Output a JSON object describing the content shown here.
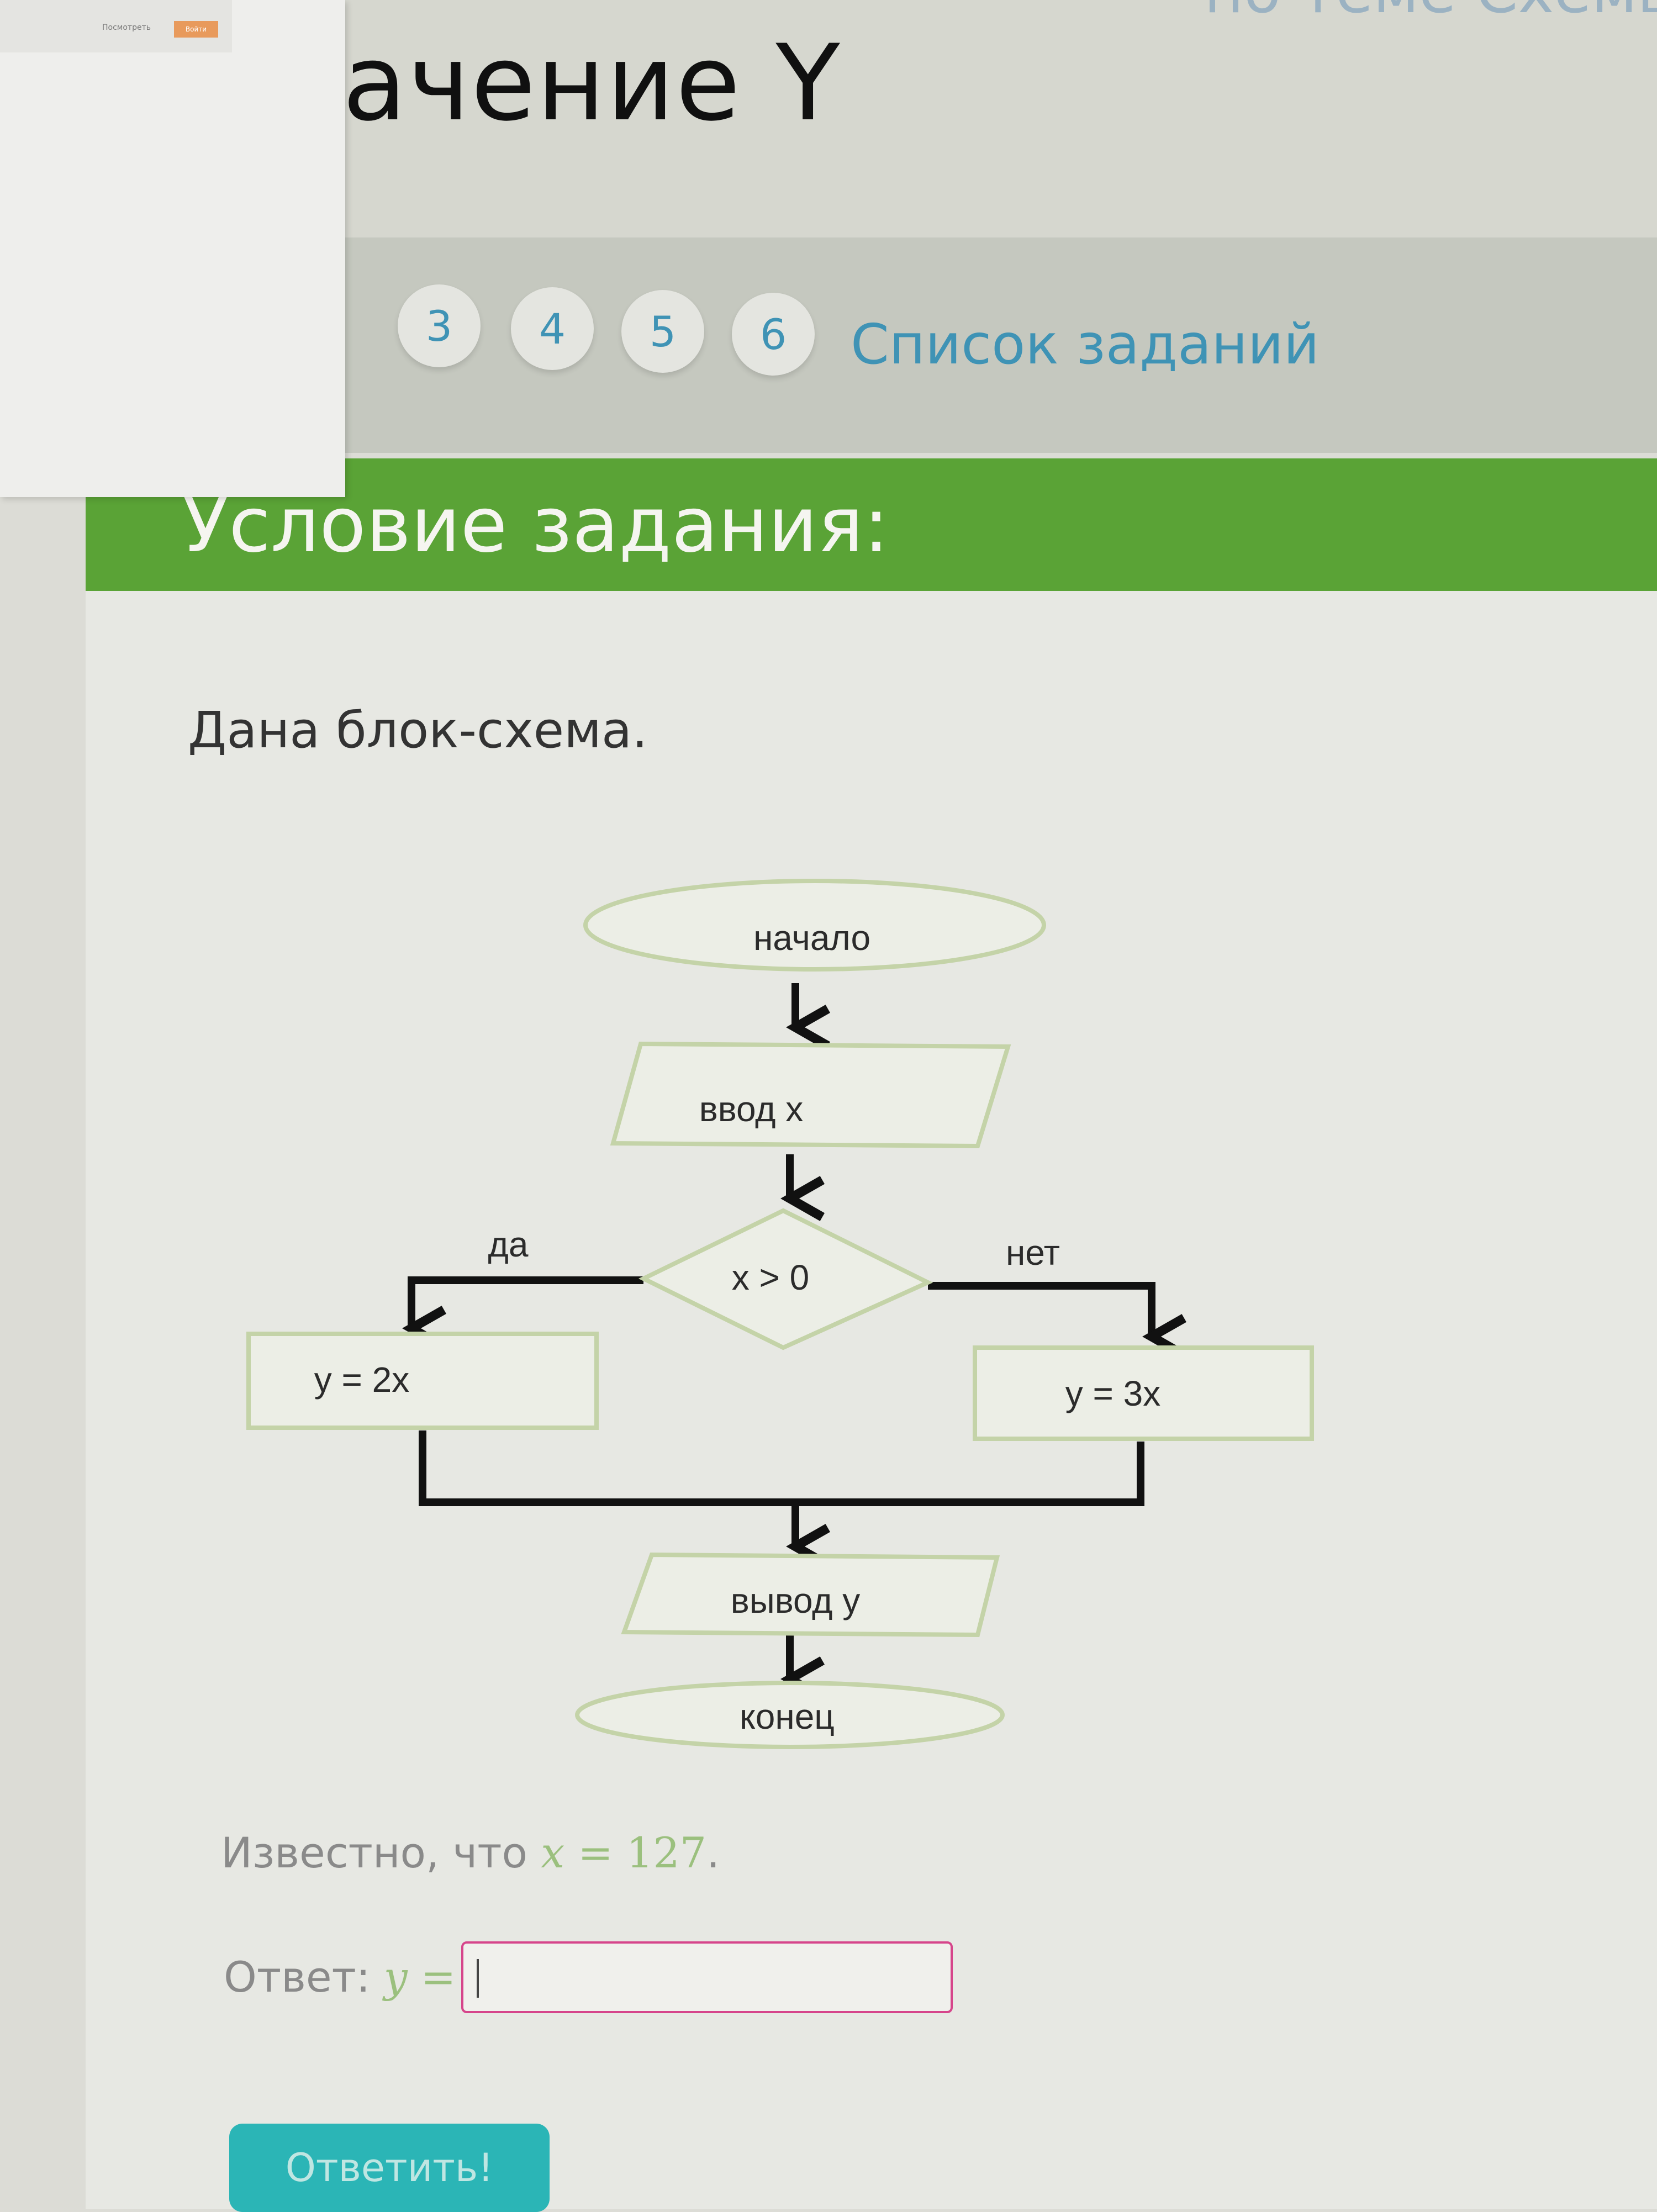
{
  "header": {
    "top_cut_text": "по теме Схемы",
    "heading_visible": "ачение Y"
  },
  "overlay": {
    "small_text": "Посмотреть",
    "badge": "Войти"
  },
  "tabs": {
    "items": [
      "3",
      "4",
      "5",
      "6"
    ],
    "task_list_label": "Список заданий"
  },
  "section": {
    "title": "Условие задания:"
  },
  "problem": {
    "intro": "Дана блок-схема.",
    "known_prefix": "Известно, что ",
    "known_var": "x",
    "known_eq": " = ",
    "known_value": "127",
    "known_suffix": ".",
    "answer_prefix": "Ответ: ",
    "answer_var": "y",
    "answer_eq": " ="
  },
  "flowchart": {
    "start": "начало",
    "input": "ввод x",
    "condition": "x > 0",
    "yes_label": "да",
    "no_label": "нет",
    "yes_action": "y = 2x",
    "no_action": "y = 3x",
    "output": "вывод y",
    "end": "конец"
  },
  "answer_input": {
    "value": ""
  },
  "submit": {
    "label": "Ответить!"
  },
  "colors": {
    "green_header": "#5aa336",
    "link_blue": "#3f93b5",
    "input_border": "#d6458b",
    "button_teal": "#2bb5b6",
    "flow_stroke": "#c4d3a8"
  }
}
